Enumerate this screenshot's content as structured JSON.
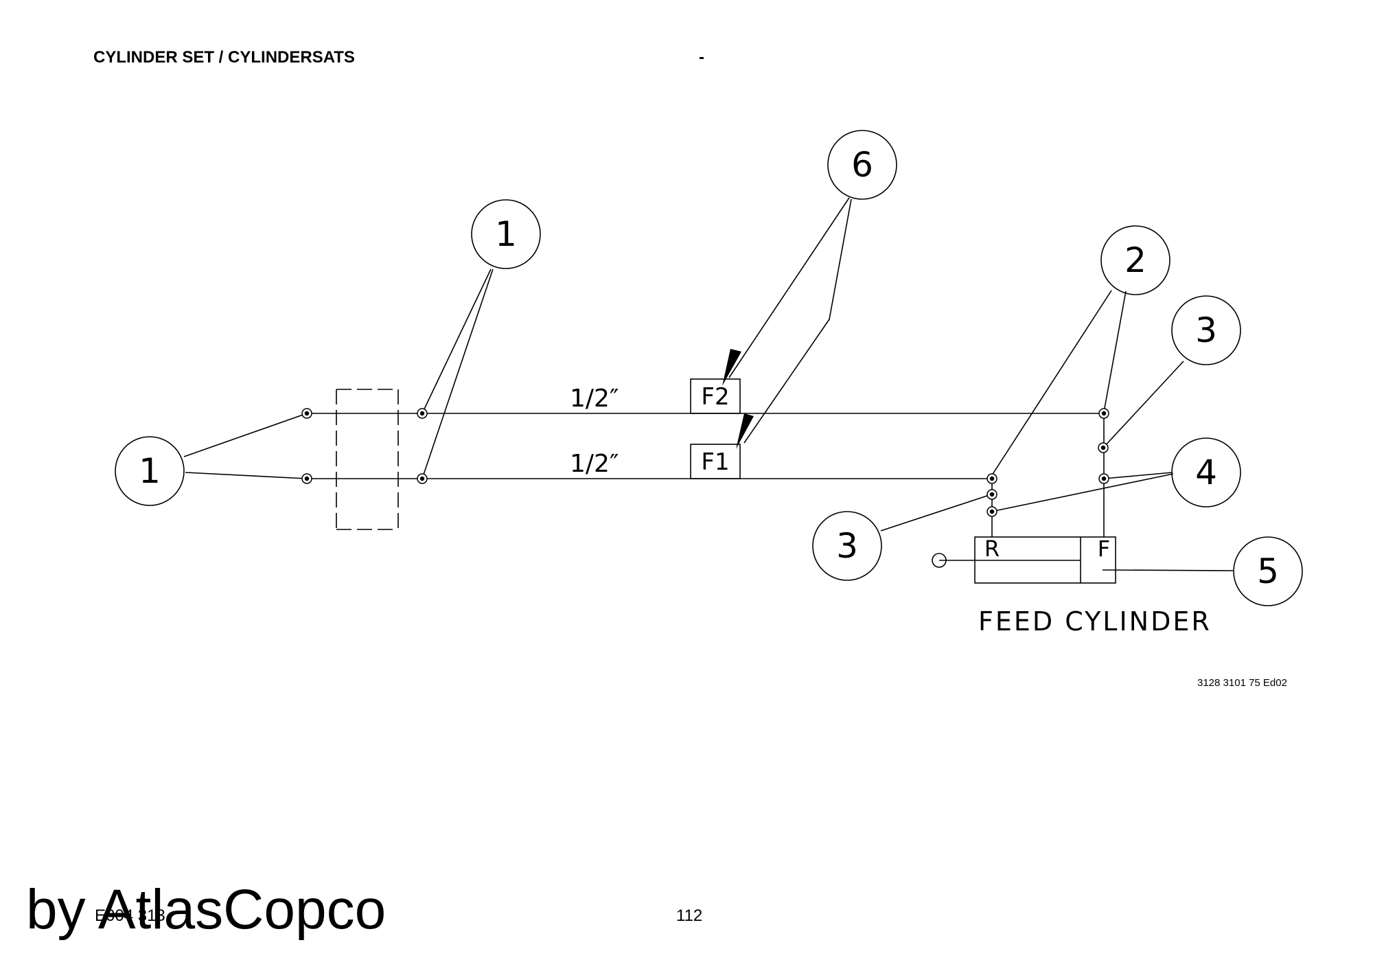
{
  "header": {
    "title": "CYLINDER SET / CYLINDERSATS",
    "dash": "-"
  },
  "diagram": {
    "balloons": [
      "1",
      "1",
      "6",
      "2",
      "3",
      "4",
      "3",
      "5"
    ],
    "pipe_size_labels": [
      "1/2″",
      "1/2″"
    ],
    "fittings": [
      "F2",
      "F1"
    ],
    "port_labels": [
      "R",
      "F"
    ],
    "component_label": "FEED CYLINDER"
  },
  "drawing_number": "3128 3101 75 Ed02",
  "footer": {
    "code": "E004 313",
    "page_number": "112",
    "watermark": "by AtlasCopco"
  }
}
